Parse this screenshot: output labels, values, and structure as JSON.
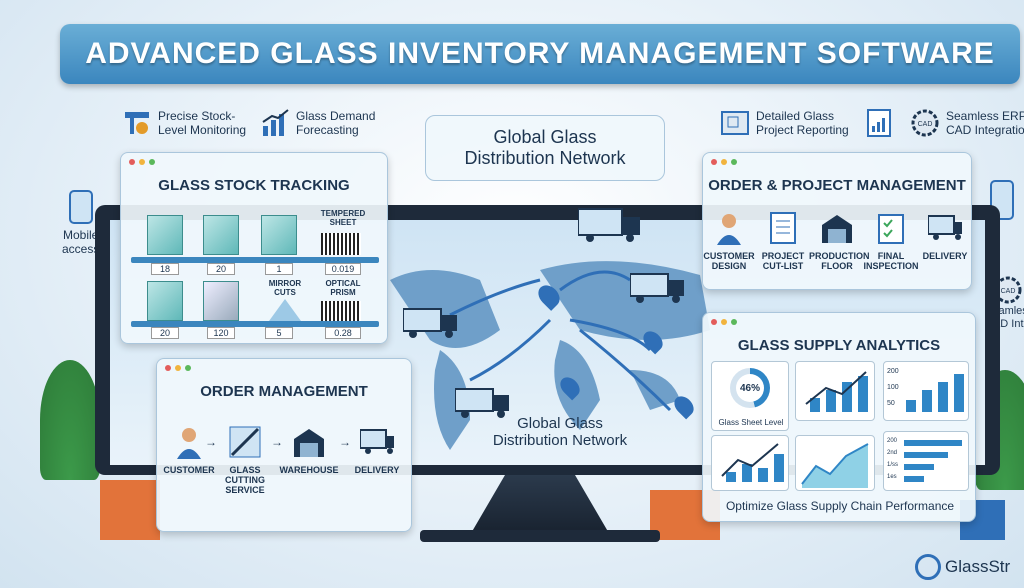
{
  "title": "ADVANCED GLASS INVENTORY MANAGEMENT SOFTWARE",
  "features_left": {
    "f1": "Precise Stock-\nLevel Monitoring",
    "f2": "Glass Demand\nForecasting",
    "mobile": "Mobile\naccess"
  },
  "features_right": {
    "f1": "Detailed Glass\nProject Reporting",
    "f2": "Seamless ERP\nCAD Integratio",
    "f3": "Seamles\nCAD Inte"
  },
  "network": {
    "top_label": "Global Glass\nDistribution Network",
    "bottom_label": "Global Glass\nDistribution Network"
  },
  "stock_panel": {
    "title": "GLASS STOCK TRACKING",
    "items": [
      {
        "label": "18"
      },
      {
        "label": "20"
      },
      {
        "label": "1"
      },
      {
        "label": "0.019",
        "caption": "TEMPERED SHEET"
      },
      {
        "label": "20"
      },
      {
        "label": "120"
      },
      {
        "label": "5",
        "caption": "MIRROR CUTS"
      },
      {
        "label": "0.28",
        "caption": "OPTICAL PRISM"
      }
    ]
  },
  "order_panel": {
    "title": "ORDER MANAGEMENT",
    "steps": [
      "CUSTOMER",
      "GLASS CUTTING SERVICE",
      "WAREHOUSE",
      "DELIVERY"
    ]
  },
  "project_panel": {
    "title": "ORDER & PROJECT MANAGEMENT",
    "steps": [
      "CUSTOMER DESIGN",
      "PROJECT CUT-LIST",
      "PRODUCTION FLOOR",
      "FINAL INSPECTION",
      "DELIVERY"
    ]
  },
  "analytics_panel": {
    "title": "GLASS SUPPLY ANALYTICS",
    "gauge_value": "46%",
    "gauge_label": "Glass Sheet Level",
    "axis_a": [
      "200",
      "100",
      "50"
    ],
    "axis_b": [
      "200",
      "2nd",
      "1/ss",
      "1es"
    ],
    "footer": "Optimize Glass Supply Chain Performance"
  },
  "brand": "GlassStr"
}
